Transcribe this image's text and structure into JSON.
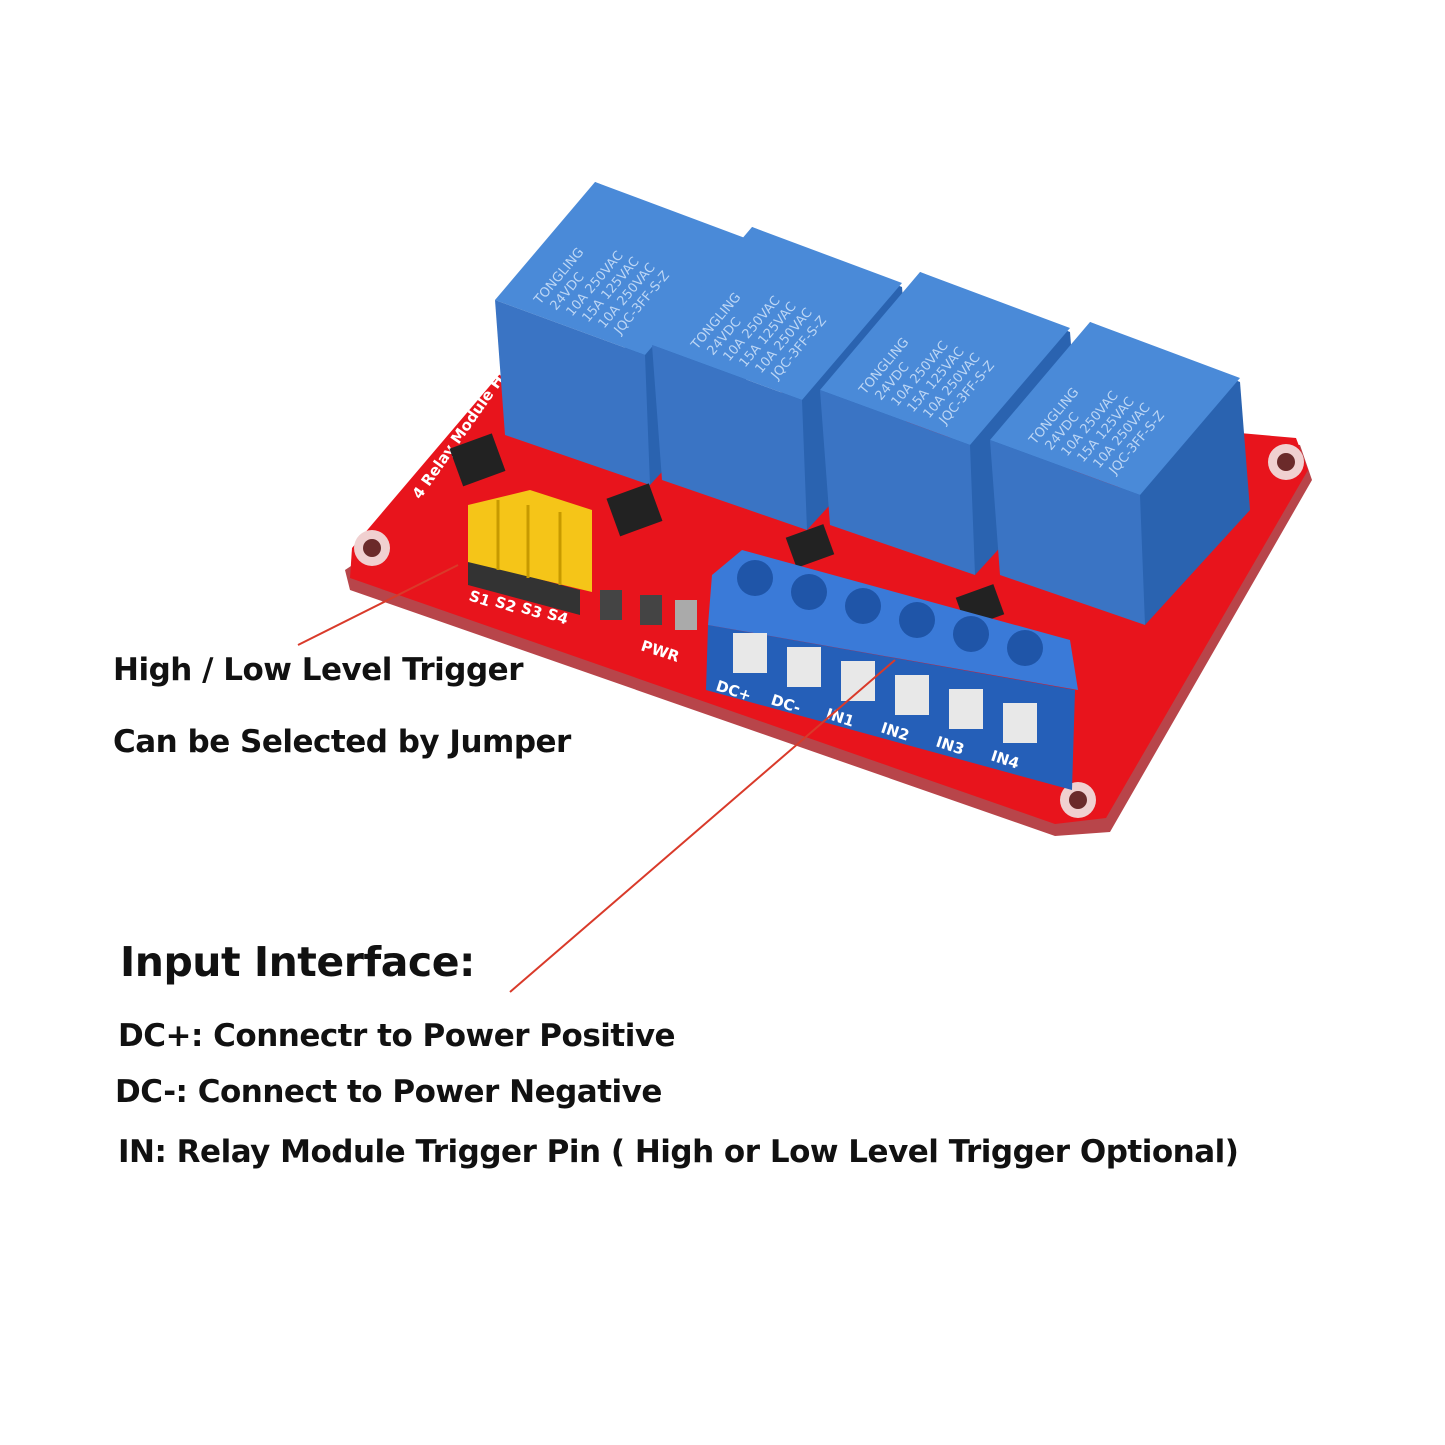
{
  "colors": {
    "pcb": "#e8141c",
    "relay": "#3f7fd0",
    "terminal": "#2f6fd0",
    "jumper": "#f5c518",
    "callout_line": "#d93a2a",
    "text": "#111111"
  },
  "callouts": {
    "jumper": {
      "line1": "High / Low Level Trigger",
      "line2": "Can be Selected by Jumper"
    },
    "input": {
      "title": "Input Interface:",
      "items": [
        "DC+: Connectr to Power Positive",
        "DC-: Connect to Power Negative",
        "IN: Relay Module Trigger Pin ( High or Low Level Trigger Optional)"
      ]
    }
  },
  "board": {
    "relay_markings": [
      "TONGLING",
      "24VDC",
      "10A 250VAC",
      "15A 125VAC",
      "10A 250VAC",
      "JQC-3FF-S-Z"
    ],
    "jumper_labels": [
      "S1",
      "S2",
      "S3",
      "S4"
    ],
    "pwr_label": "PWR",
    "terminal_labels": [
      "DC+",
      "DC-",
      "IN1",
      "IN2",
      "IN3",
      "IN4"
    ],
    "module_label": "4 Relay Module High/Low Level"
  }
}
